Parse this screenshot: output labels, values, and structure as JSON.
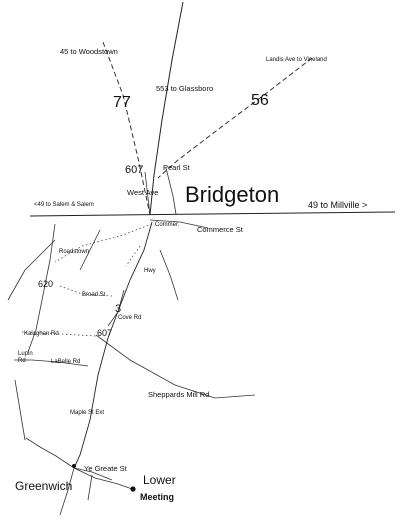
{
  "map": {
    "title": "Bridgeton",
    "places": {
      "bridgeton": "Bridgeton",
      "greenwich": "Greenwich",
      "lower_meeting_1": "Lower",
      "lower_meeting_2": "Meeting"
    },
    "route_shields": {
      "r77": "77",
      "r56": "56",
      "r607_north": "607",
      "r607_south": "607",
      "r620": "620",
      "r3": "3"
    },
    "road_labels": {
      "to_woodstown": "45 to Woodstown",
      "to_glassboro": "553 to Glassboro",
      "to_vineland": "Landis Ave to Vineland",
      "pearl_st": "Pearl St",
      "west_ave": "West Ave",
      "to_salem": "<49 to Salem & Salem",
      "to_millville": "49 to Millville >",
      "commerce_st": "Commerce St",
      "commerce_short": "Commer.",
      "broad_st": "Broad St",
      "roadstown": "Roadstown",
      "sheppards_mill": "Sheppards Mill Rd",
      "ye_greate_st": "Ye Greate St",
      "maple_st_ext": "Maple St Ext",
      "kalaghan_rd": "Kalaghan Rd",
      "lupin_rd": "Lupin",
      "lupin_rd_2": "Rd",
      "labelle_rd": "LaBelle Rd",
      "cove_rd": "Cove Rd",
      "hwy": "Hwy"
    }
  }
}
